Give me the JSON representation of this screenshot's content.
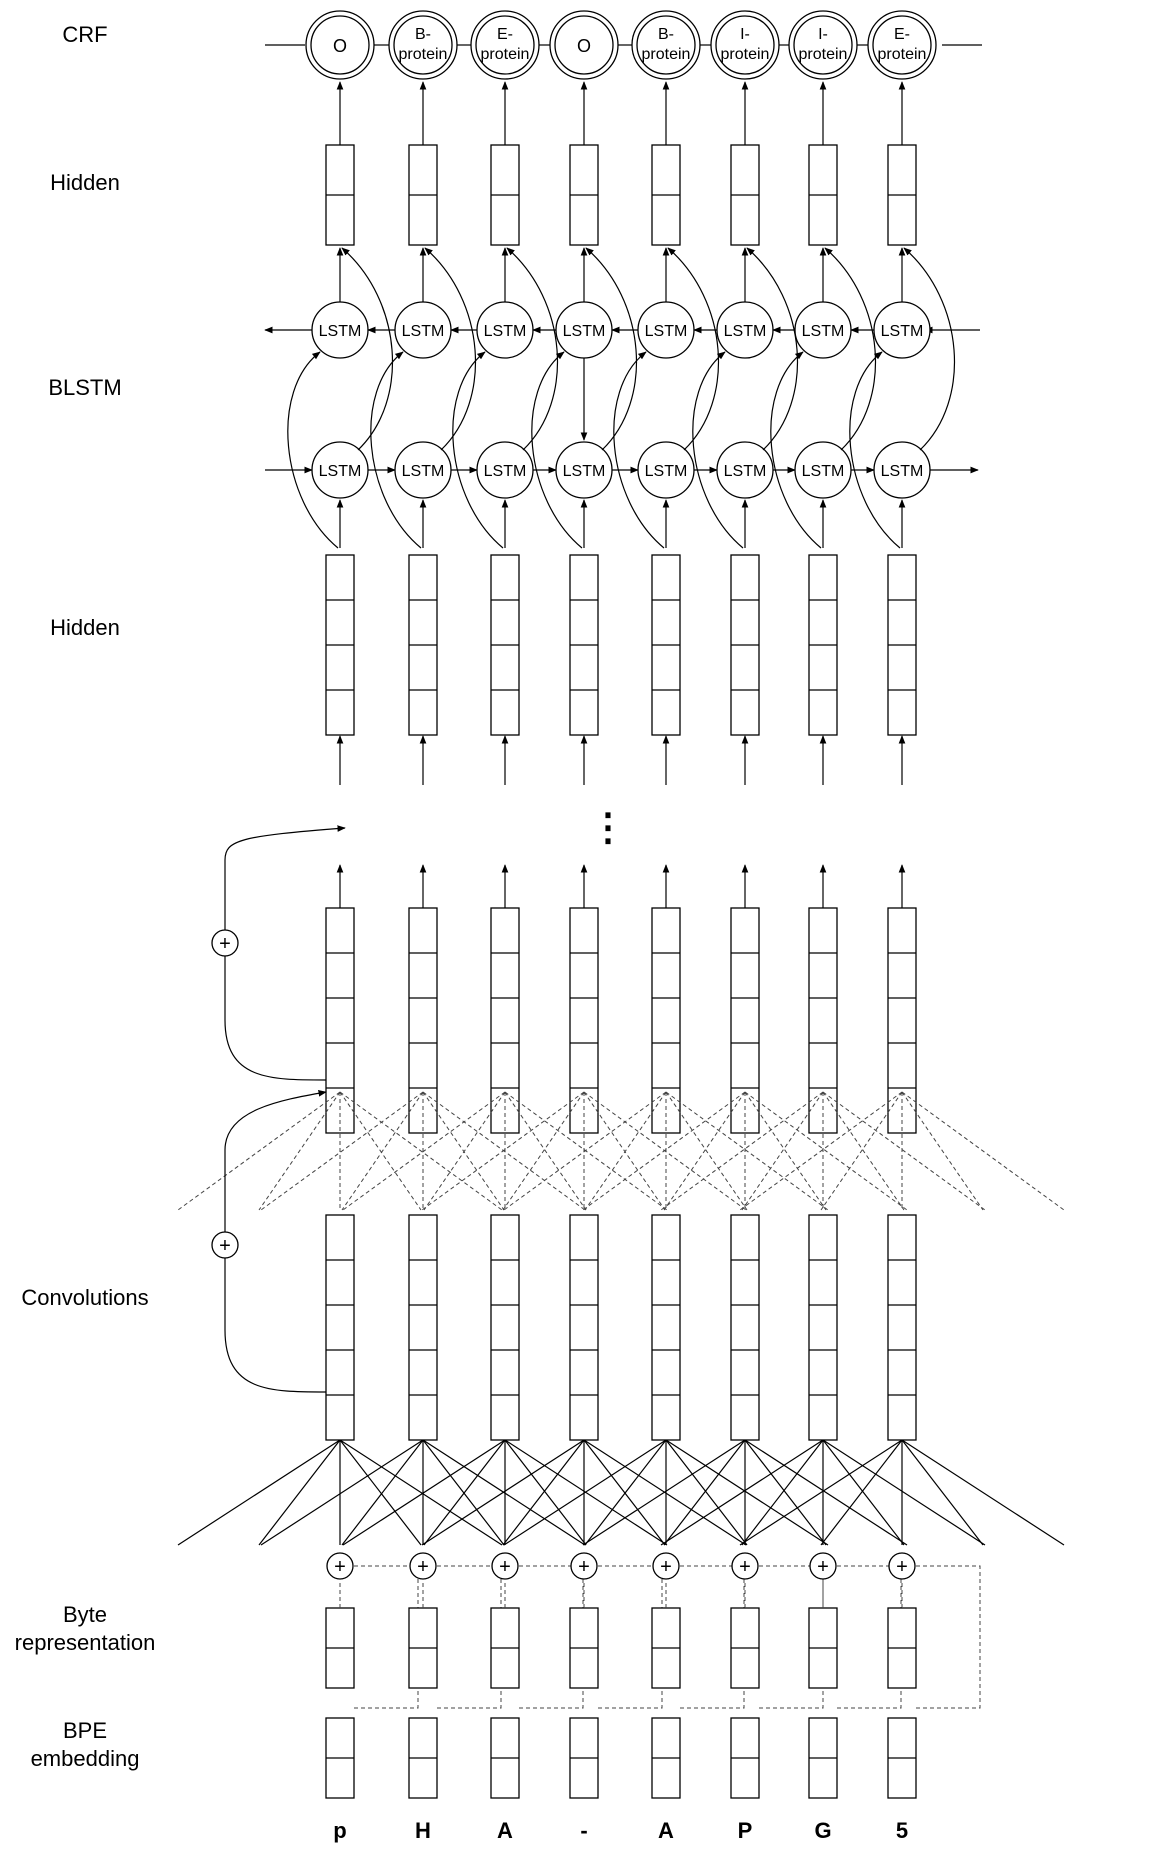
{
  "labels": {
    "crf": "CRF",
    "hidden_top": "Hidden",
    "blstm": "BLSTM",
    "hidden_bottom": "Hidden",
    "convolutions": "Convolutions",
    "byte_line1": "Byte",
    "byte_line2": "representation",
    "bpe_line1": "BPE",
    "bpe_line2": "embedding"
  },
  "crf_tags": [
    {
      "line1": "O",
      "line2": ""
    },
    {
      "line1": "B-",
      "line2": "protein"
    },
    {
      "line1": "E-",
      "line2": "protein"
    },
    {
      "line1": "O",
      "line2": ""
    },
    {
      "line1": "B-",
      "line2": "protein"
    },
    {
      "line1": "I-",
      "line2": "protein"
    },
    {
      "line1": "I-",
      "line2": "protein"
    },
    {
      "line1": "E-",
      "line2": "protein"
    }
  ],
  "lstm_label": "LSTM",
  "plus_sign": "+",
  "ellipsis": "⋮",
  "tokens": [
    "p",
    "H",
    "A",
    "-",
    "A",
    "P",
    "G",
    "5"
  ]
}
